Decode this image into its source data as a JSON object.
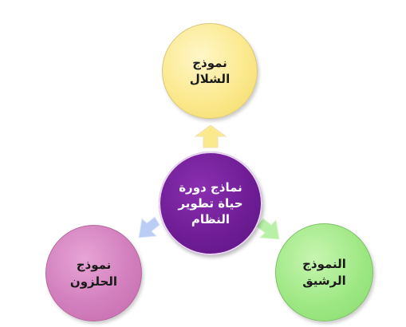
{
  "diagram": {
    "center": {
      "label": "نماذج دورة\nحياة تطوير\nالنظام",
      "color": "#6f1d96"
    },
    "nodes": {
      "top": {
        "label": "نموذج\nالشلال",
        "color": "#fbe98e"
      },
      "left": {
        "label": "نموذج\nالحلزون",
        "color": "#d27fbd"
      },
      "right": {
        "label": "النموذج\nالرشيق",
        "color": "#9fe885"
      }
    },
    "arrow_colors": {
      "top": "#fbe98e",
      "left": "#b9cdf5",
      "right": "#b8f0a8"
    }
  }
}
